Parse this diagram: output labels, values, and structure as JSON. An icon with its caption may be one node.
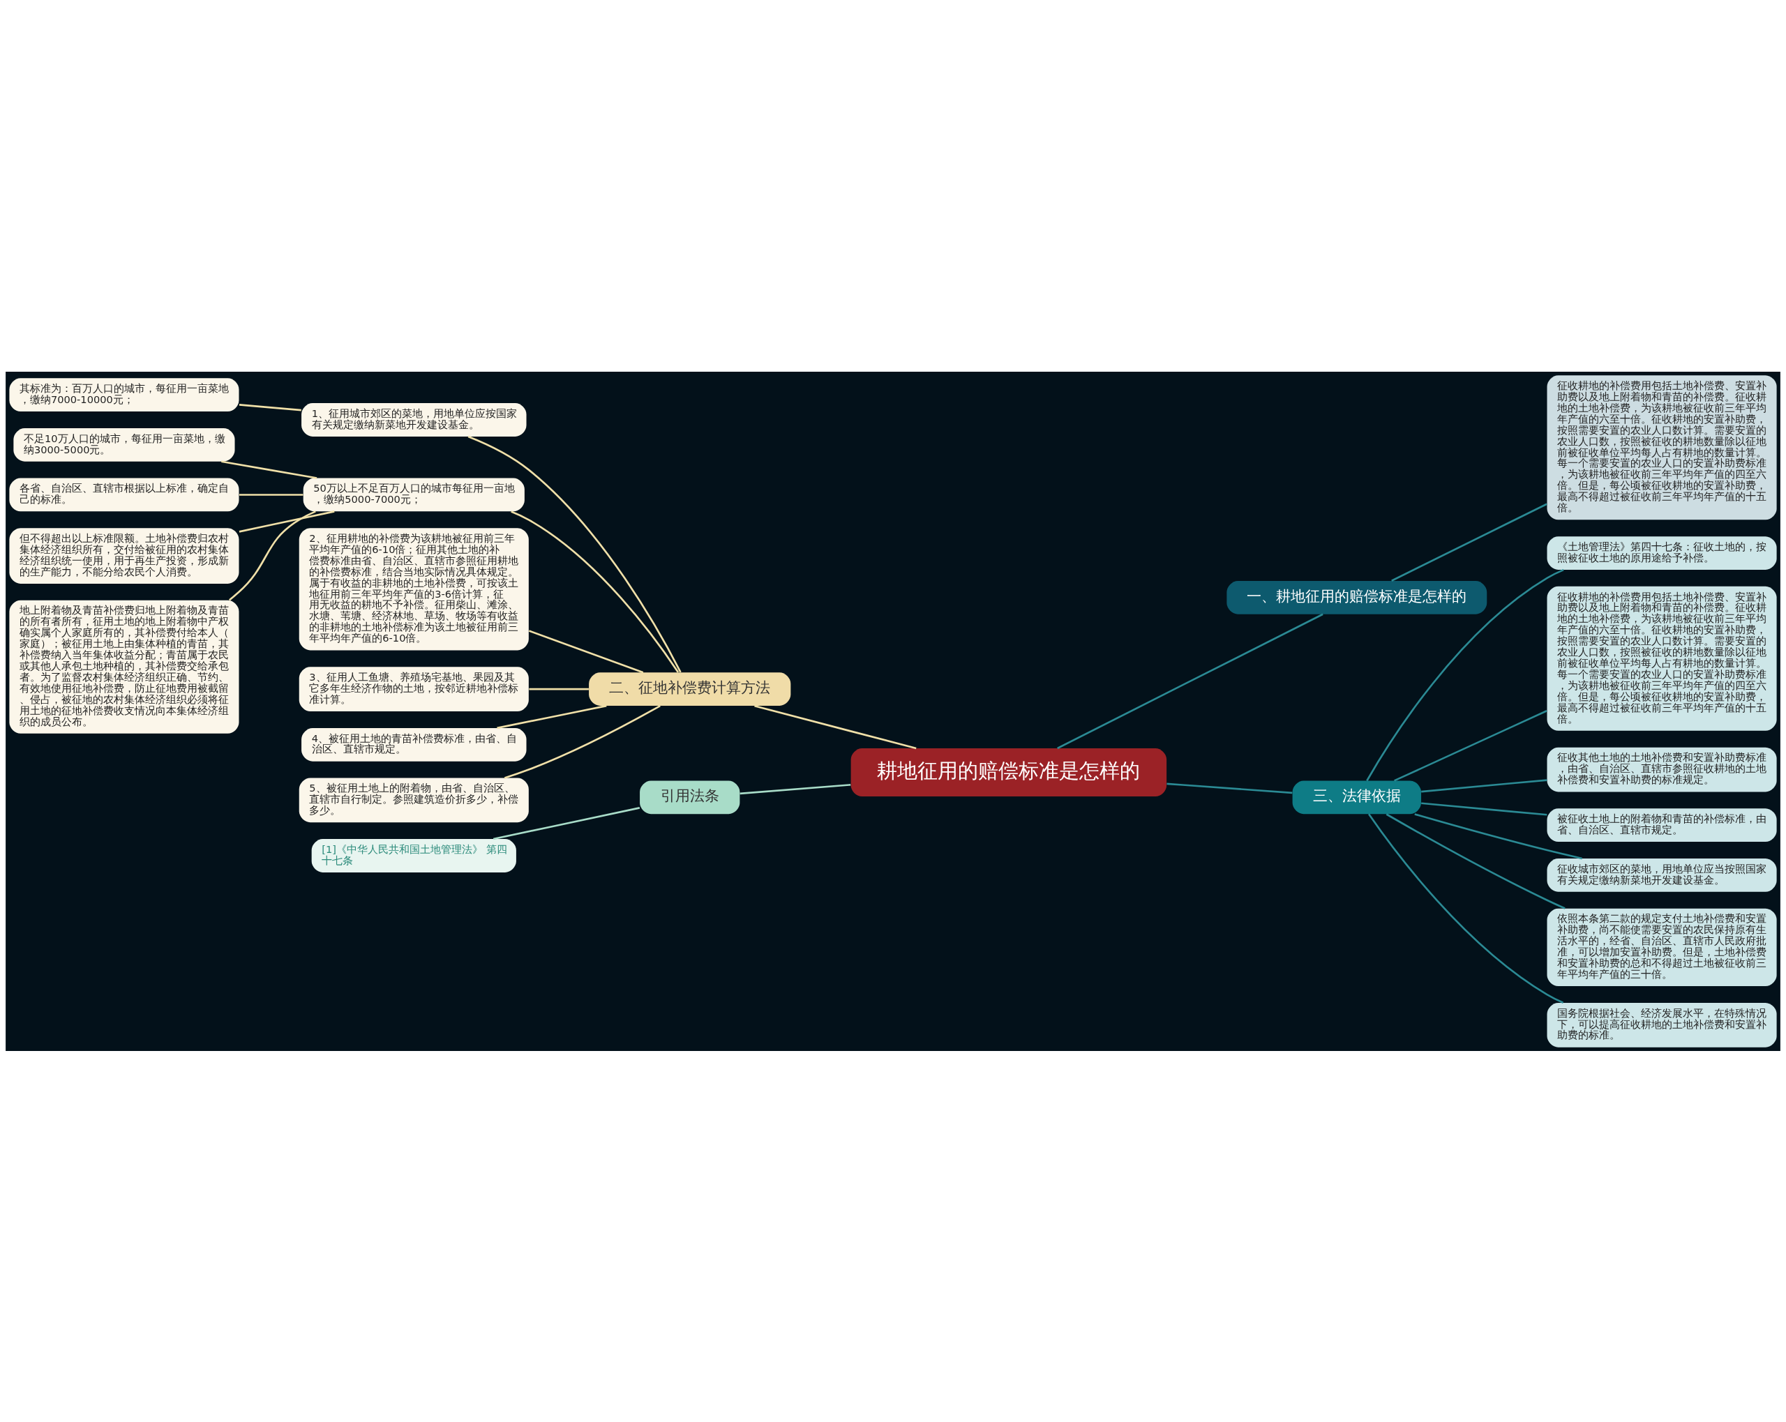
{
  "diagram": {
    "nodes": [
      {
        "text": [
          "耕地征用的赔偿标准是怎样的"
        ]
      },
      {
        "text": [
          "一、耕地征用的赔偿标准是怎样的"
        ]
      },
      {
        "text": [
          "征收耕地的补偿费用包括土地补偿费、安置补助费以及地上附着物和青苗的补偿费。征收耕地的土地补偿费，为该耕地被征收前三年平均年产值的六至十倍。征收耕地的安置补助费，按照需要安置的农业人口数计算。需要安置的农业人口数，按照被征收的耕地数量除以征地前被征收单位平均每人占有耕地的数量计算。每一个需要安置的农业人口的安置补助费标准，为该耕地被征收前三年平均年产值的四至六倍。但是，每公顷被征收耕地的安置补助费，最高不得超过被征收前三年平均年产值的十五倍。"
        ]
      },
      {
        "text": [
          "二、征地补偿费计算方法"
        ]
      },
      {
        "text": [
          "1、征用城市郊区的菜地，用地单位应按国家有关规定缴纳新菜地开发建设基金。"
        ]
      },
      {
        "text": [
          "其标准为：百万人口的城市，每征用一亩菜地，缴纳7000-10000元；"
        ]
      },
      {
        "text": [
          "50万以上不足百万人口的城市每征用一亩地，缴纳5000-7000元；"
        ]
      },
      {
        "text": [
          "不足10万人口的城市，每征用一亩菜地，缴纳3000-5000元。"
        ]
      },
      {
        "text": [
          "各省、自治区、直辖市根据以上标准，确定自己的标准。"
        ]
      },
      {
        "text": [
          "但不得超出以上标准限额。土地补偿费归农村集体经济组织所有，交付给被征用的农村集体经济组织统一使用，用于再生产投资，形成新的生产能力，不能分给农民个人消费。"
        ]
      },
      {
        "text": [
          "地上附着物及青苗补偿费归地上附着物及青苗的所有者所有，征用土地的地上附着物中产权确实属个人家庭所有的，其补偿费付给本人（家庭）；被征用土地上由集体种植的青苗，其补偿费纳入当年集体收益分配；青苗属于农民或其他人承包土地种植的，其补偿费交给承包者。为了监督农村集体经济组织正确、节约、有效地使用征地补偿费，防止征地费用被截留、侵占，被征地的农村集体经济组织必须将征用土地的征地补偿费收支情况向本集体经济组织的成员公布。"
        ]
      },
      {
        "text": [
          "2、征用耕地的补偿费为该耕地被征用前三年平均年产值的6-10倍；征用其他土地的补偿费标准由省、自治区、直辖市参照征用耕地的补偿费标准，结合当地实际情况具体规定。属于有收益的非耕地的土地补偿费，可按该土地征用前三年平均年产值的3-6倍计算，征用无收益的耕地不予补偿。征用柴山、滩涂、水塘、苇塘、经济林地、草场、牧场等有收益的非耕地的土地补偿标准为该土地被征用前三年平均年产值的6-10倍。"
        ]
      },
      {
        "text": [
          "3、征用人工鱼塘、养殖场宅基地、果园及其它多年生经济作物的土地，按邻近耕地补偿标准计算。"
        ]
      },
      {
        "text": [
          "4、被征用土地的青苗补偿费标准，由省、自治区、直辖市规定。"
        ]
      },
      {
        "text": [
          "5、被征用土地上的附着物，由省、自治区、直辖市自行制定。参照建筑造价折多少，补偿多少。"
        ]
      },
      {
        "text": [
          "三、法律依据"
        ]
      },
      {
        "text": [
          "《土地管理法》第四十七条：征收土地的，按照被征收土地的原用途给予补偿。"
        ]
      },
      {
        "text": [
          "征收耕地的补偿费用包括土地补偿费、安置补助费以及地上附着物和青苗的补偿费。征收耕地的土地补偿费，为该耕地被征收前三年平均年产值的六至十倍。征收耕地的安置补助费，按照需要安置的农业人口数计算。需要安置的农业人口数，按照被征收的耕地数量除以征地前被征收单位平均每人占有耕地的数量计算。每一个需要安置的农业人口的安置补助费标准，为该耕地被征收前三年平均年产值的四至六倍。但是，每公顷被征收耕地的安置补助费，最高不得超过被征收前三年平均年产值的十五倍。"
        ]
      },
      {
        "text": [
          "征收其他土地的土地补偿费和安置补助费标准，由省、自治区、直辖市参照征收耕地的土地补偿费和安置补助费的标准规定。"
        ]
      },
      {
        "text": [
          "被征收土地上的附着物和青苗的补偿标准，由省、自治区、直辖市规定。"
        ]
      },
      {
        "text": [
          "征收城市郊区的菜地，用地单位应当按照国家有关规定缴纳新菜地开发建设基金。"
        ]
      },
      {
        "text": [
          "依照本条第二款的规定支付土地补偿费和安置补助费，尚不能使需要安置的农民保持原有生活水平的，经省、自治区、直辖市人民政府批准，可以增加安置补助费。但是，土地补偿费和安置补助费的总和不得超过土地被征收前三年平均年产值的三十倍。"
        ]
      },
      {
        "text": [
          "国务院根据社会、经济发展水平，在特殊情况下，可以提高征收耕地的土地补偿费和安置补助费的标准。"
        ]
      },
      {
        "text": [
          "引用法条"
        ]
      },
      {
        "text": [
          "[1]《中华人民共和国土地管理法》 第四十七条"
        ]
      }
    ],
    "edges": [
      {
        "from": 0,
        "to": 1,
        "arrow": "none",
        "color": "#2b8a94"
      },
      {
        "from": 1,
        "to": 2,
        "arrow": "none",
        "color": "#2b8a94"
      },
      {
        "from": 0,
        "to": 3,
        "arrow": "none",
        "color": "#f0e0a8"
      },
      {
        "from": 3,
        "to": 4,
        "arrow": "none",
        "color": "#f0e0a8"
      },
      {
        "from": 4,
        "to": 5,
        "arrow": "none",
        "color": "#f0e0a8"
      },
      {
        "from": 3,
        "to": 6,
        "arrow": "none",
        "color": "#f0e0a8"
      },
      {
        "from": 6,
        "to": 7,
        "arrow": "none",
        "color": "#f0e0a8"
      },
      {
        "from": 6,
        "to": 8,
        "arrow": "none",
        "color": "#f0e0a8"
      },
      {
        "from": 6,
        "to": 9,
        "arrow": "none",
        "color": "#f0e0a8"
      },
      {
        "from": 6,
        "to": 10,
        "arrow": "none",
        "color": "#f0e0a8"
      },
      {
        "from": 3,
        "to": 11,
        "arrow": "none",
        "color": "#f0e0a8"
      },
      {
        "from": 3,
        "to": 12,
        "arrow": "none",
        "color": "#f0e0a8"
      },
      {
        "from": 3,
        "to": 13,
        "arrow": "none",
        "color": "#f0e0a8"
      },
      {
        "from": 3,
        "to": 14,
        "arrow": "none",
        "color": "#f0e0a8"
      },
      {
        "from": 0,
        "to": 15,
        "arrow": "none",
        "color": "#2b8a94"
      },
      {
        "from": 15,
        "to": 16,
        "arrow": "none",
        "color": "#2b8a94"
      },
      {
        "from": 15,
        "to": 17,
        "arrow": "none",
        "color": "#2b8a94"
      },
      {
        "from": 15,
        "to": 18,
        "arrow": "none",
        "color": "#2b8a94"
      },
      {
        "from": 15,
        "to": 19,
        "arrow": "none",
        "color": "#2b8a94"
      },
      {
        "from": 15,
        "to": 20,
        "arrow": "none",
        "color": "#2b8a94"
      },
      {
        "from": 15,
        "to": 21,
        "arrow": "none",
        "color": "#2b8a94"
      },
      {
        "from": 15,
        "to": 22,
        "arrow": "none",
        "color": "#2b8a94"
      },
      {
        "from": 0,
        "to": 23,
        "arrow": "none",
        "color": "#a8dcc8"
      },
      {
        "from": 23,
        "to": 24,
        "arrow": "none",
        "color": "#a8dcc8"
      }
    ]
  }
}
